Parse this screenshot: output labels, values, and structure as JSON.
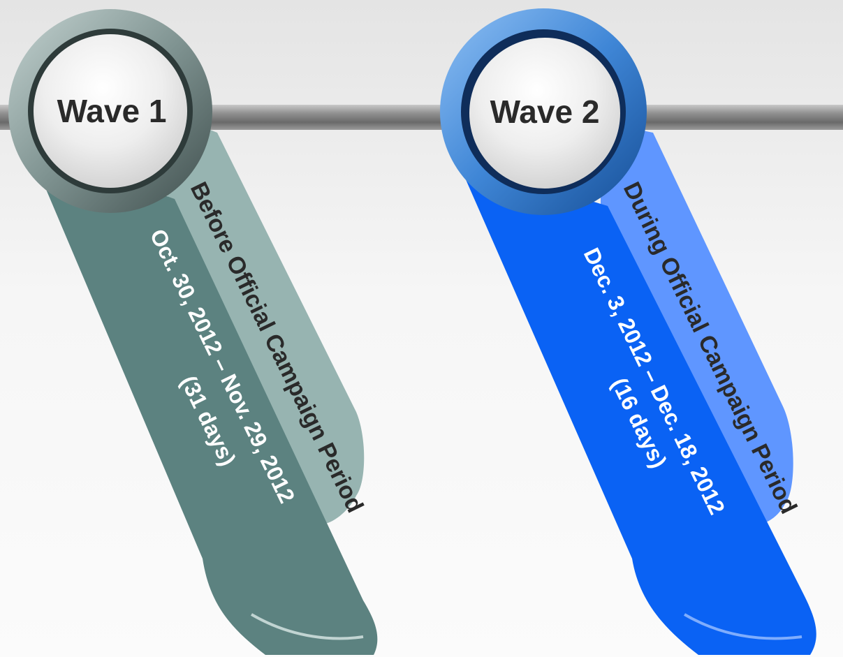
{
  "waves": [
    {
      "title": "Wave 1",
      "period": "Before Official Campaign Period",
      "dates": "Oct. 30, 2012 – Nov. 29, 2012",
      "duration": "(31 days)",
      "colors": {
        "ribbon_front": "#5c8280",
        "ribbon_back": "#97b4b1",
        "ring_light": "#b9cac8",
        "ring_dark": "#4b5d5c"
      }
    },
    {
      "title": "Wave 2",
      "period": "During Official Campaign Period",
      "dates": "Dec. 3, 2012 – Dec. 18, 2012",
      "duration": "(16 days)",
      "colors": {
        "ribbon_front": "#0a62f4",
        "ribbon_back": "#5f96ff",
        "ring_light": "#7fb2ee",
        "ring_dark": "#1e5fb2"
      }
    }
  ]
}
